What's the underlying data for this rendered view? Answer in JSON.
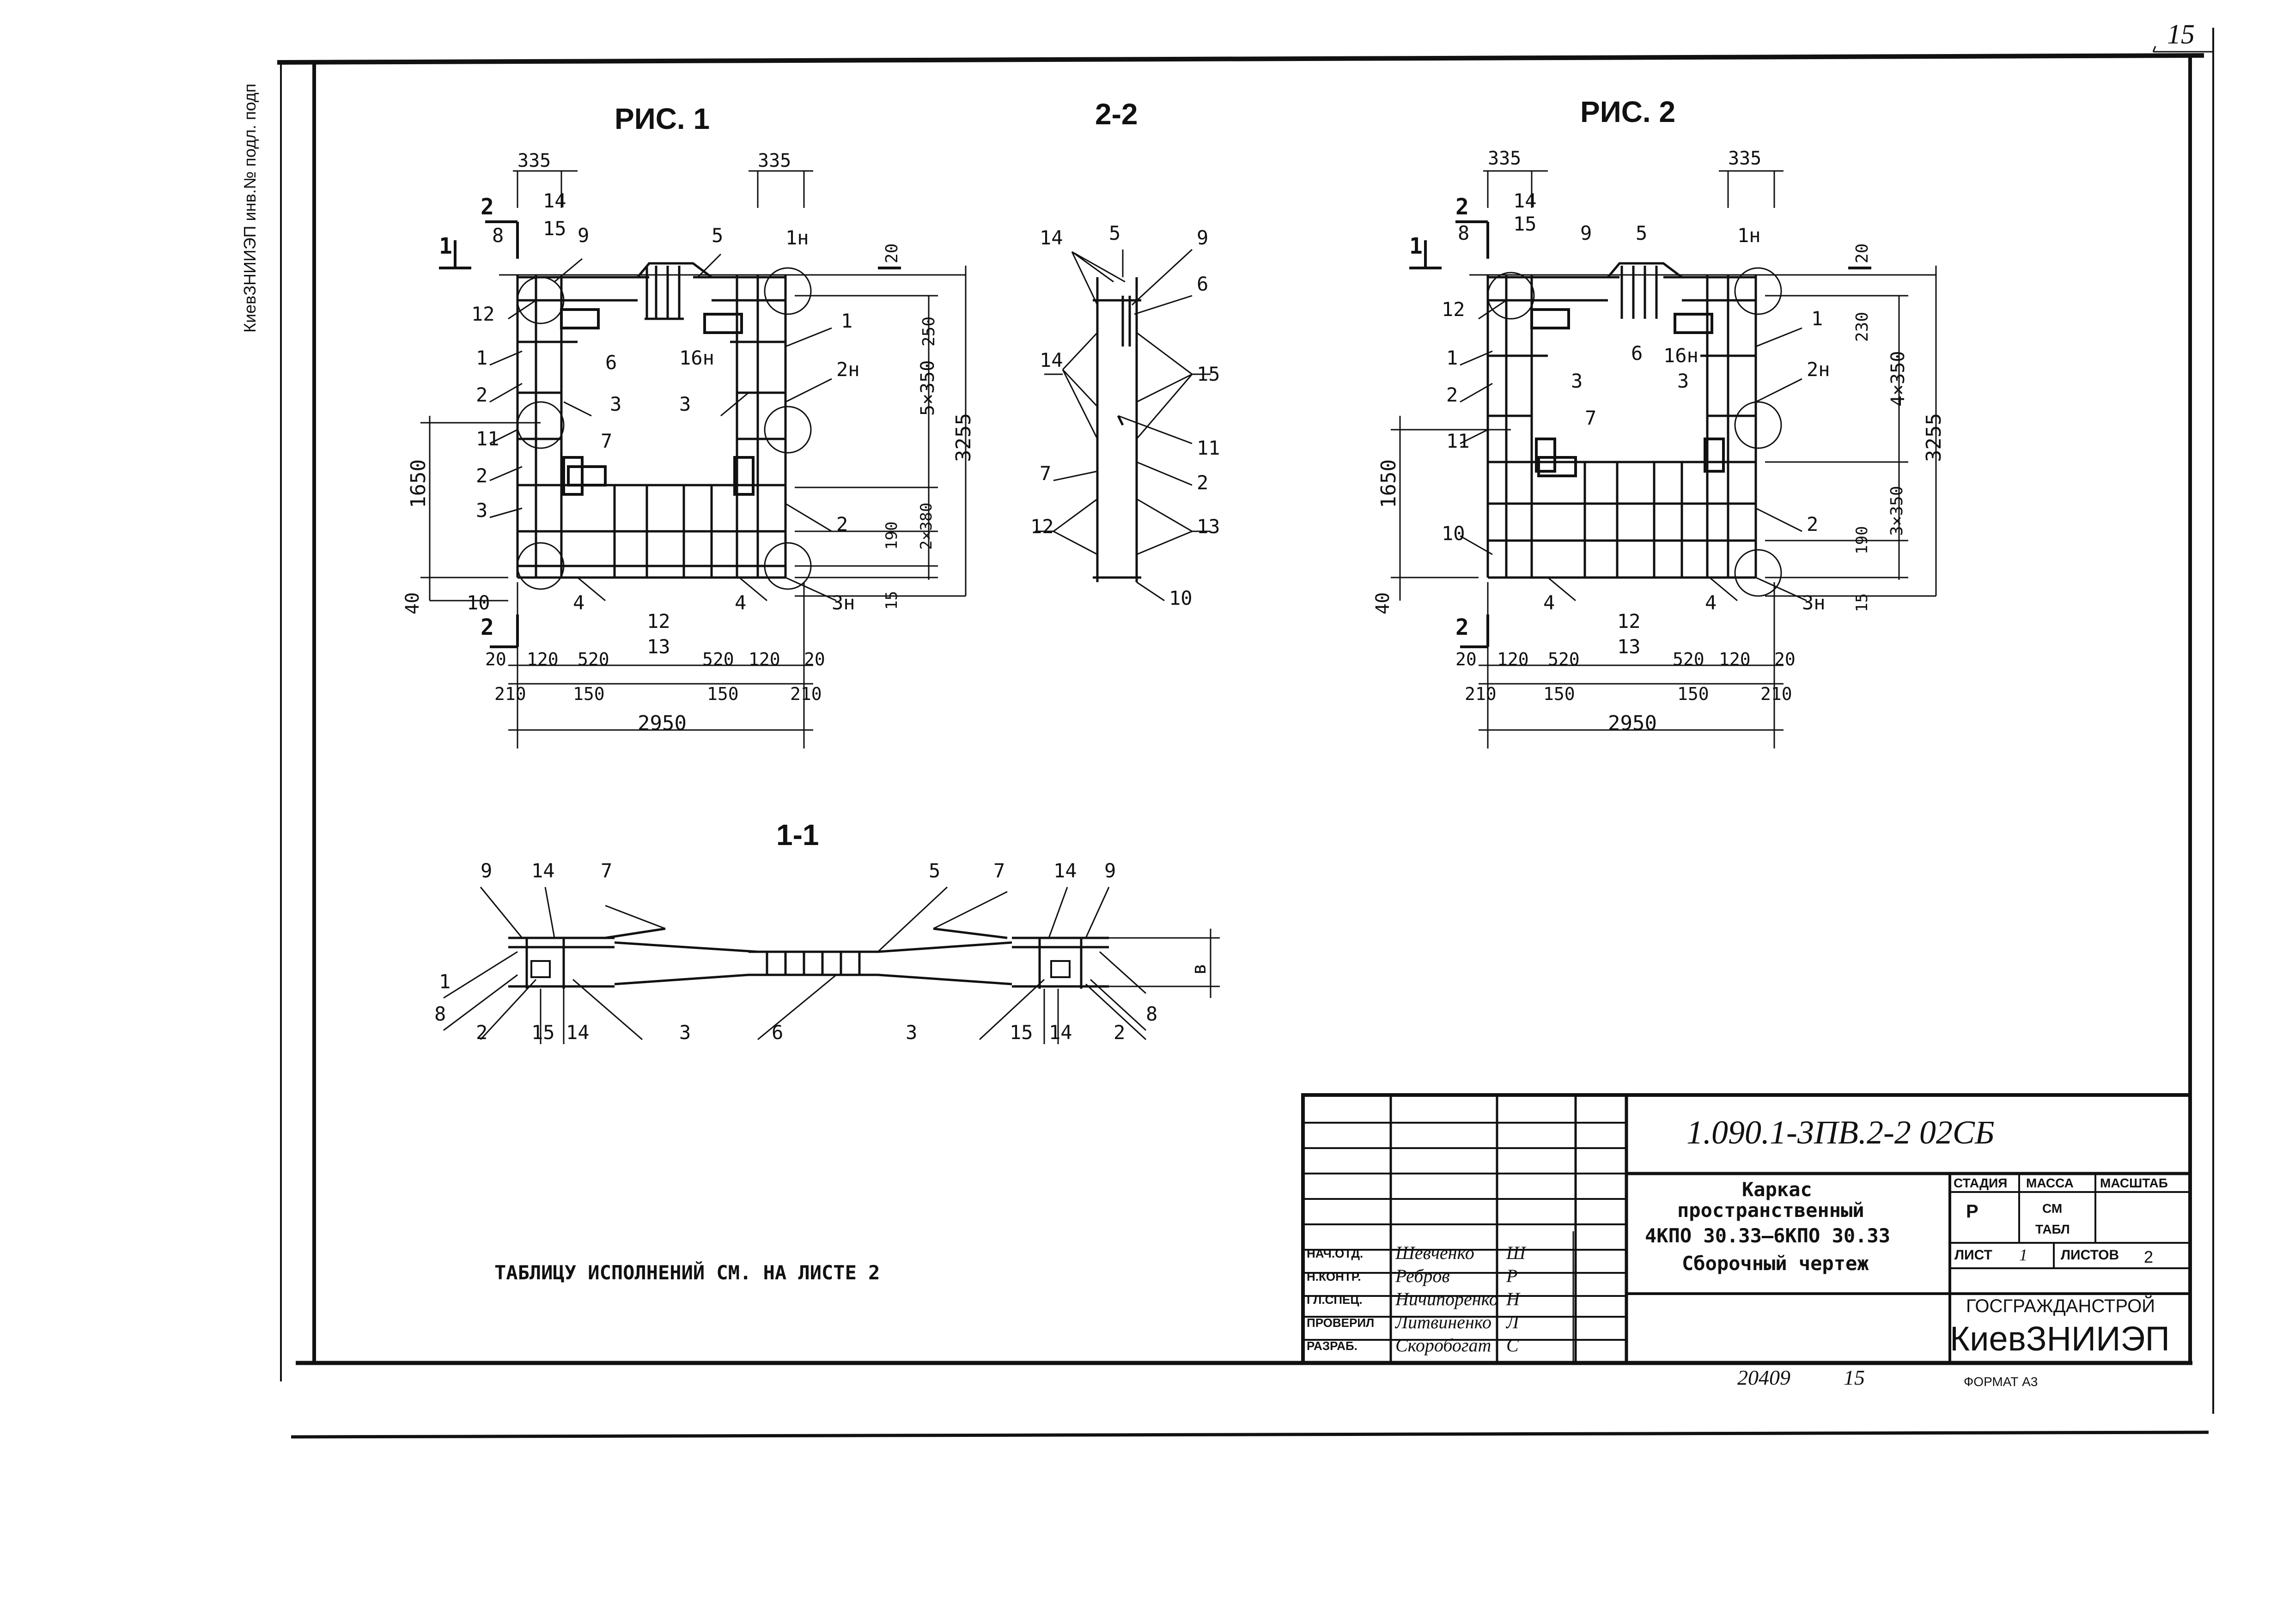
{
  "margin_note": "КиевЗНИИЭП инв.№ подл. подп",
  "sheet_corner": "15",
  "figures": {
    "fig1_title": "РИС. 1",
    "fig2_title": "РИС. 2",
    "section_22": "2-2",
    "section_11": "1-1"
  },
  "fig1": {
    "dims": {
      "top_l": "335",
      "top_r": "335",
      "d1650": "1650",
      "d40": "40",
      "d20": "20",
      "d250": "250",
      "d5x350": "5×350",
      "d3255": "3255",
      "d190": "190",
      "d2x380": "2×380",
      "d15": "15",
      "b20a": "20",
      "b120a": "120",
      "b520a": "520",
      "b210a": "210",
      "b150a": "150",
      "b520b": "520",
      "b120b": "120",
      "b20b": "20",
      "b150b": "150",
      "b210b": "210",
      "total": "2950"
    },
    "marks": [
      "14",
      "15",
      "8",
      "9",
      "5",
      "1н",
      "2",
      "2",
      "1",
      "12",
      "1",
      "6",
      "16н",
      "3",
      "3",
      "1",
      "2н",
      "2",
      "11",
      "2",
      "7",
      "3",
      "2",
      "10",
      "4",
      "4",
      "3н",
      "12",
      "13"
    ]
  },
  "fig2": {
    "dims": {
      "top_l": "335",
      "top_r": "335",
      "d1650": "1650",
      "d40": "40",
      "d20": "20",
      "d230": "230",
      "d4x350": "4×350",
      "d3255": "3255",
      "d3x350": "3×350",
      "d190": "190",
      "d15": "15",
      "b20a": "20",
      "b120a": "120",
      "b520a": "520",
      "b210a": "210",
      "b150a": "150",
      "b520b": "520",
      "b120b": "120",
      "b20b": "20",
      "b150b": "150",
      "b210b": "210",
      "total": "2950"
    }
  },
  "sec22_marks": [
    "14",
    "5",
    "9",
    "6",
    "14",
    "15",
    "11",
    "7",
    "2",
    "12",
    "13",
    "10"
  ],
  "sec11_marks": [
    "9",
    "14",
    "7",
    "5",
    "7",
    "14",
    "9",
    "1",
    "8",
    "2",
    "15",
    "14",
    "3",
    "6",
    "3",
    "15",
    "14",
    "2",
    "8",
    "в"
  ],
  "note": "ТАБЛИЦУ ИСПОЛНЕНИЙ СМ. НА ЛИСТЕ 2",
  "title_block": {
    "doc_code": "1.090.1-3ПВ.2-2   02СБ",
    "title_line1": "Каркас",
    "title_line2": "пространственный",
    "title_line3": "4КПО 30.33–6КПО 30.33",
    "title_line4": "Сборочный чертеж",
    "h_stage": "СТАДИЯ",
    "h_mass": "МАССА",
    "h_scale": "МАСШТАБ",
    "stage": "Р",
    "mass1": "СМ",
    "mass2": "ТАБЛ",
    "sheet_label": "ЛИСТ",
    "sheet_no": "1",
    "sheets_label": "ЛИСТОВ",
    "sheets_total": "2",
    "org1": "ГОСГРАЖДАНСТРОЙ",
    "org2": "КиевЗНИИЭП",
    "roles": [
      {
        "role": "НАЧ.ОТД.",
        "name": "Шевченко",
        "sign": "Ш"
      },
      {
        "role": "Н.КОНТР.",
        "name": "Ребров",
        "sign": "Р"
      },
      {
        "role": "ГЛ.СПЕЦ.",
        "name": "Ничипоренко",
        "sign": "Н"
      },
      {
        "role": "ПРОВЕРИЛ",
        "name": "Литвиненко",
        "sign": "Л"
      },
      {
        "role": "РАЗРАБ.",
        "name": "Скоробогат",
        "sign": "С"
      }
    ]
  },
  "below": {
    "inv": "20409",
    "page": "15",
    "format": "ФОРМАТ А3"
  }
}
